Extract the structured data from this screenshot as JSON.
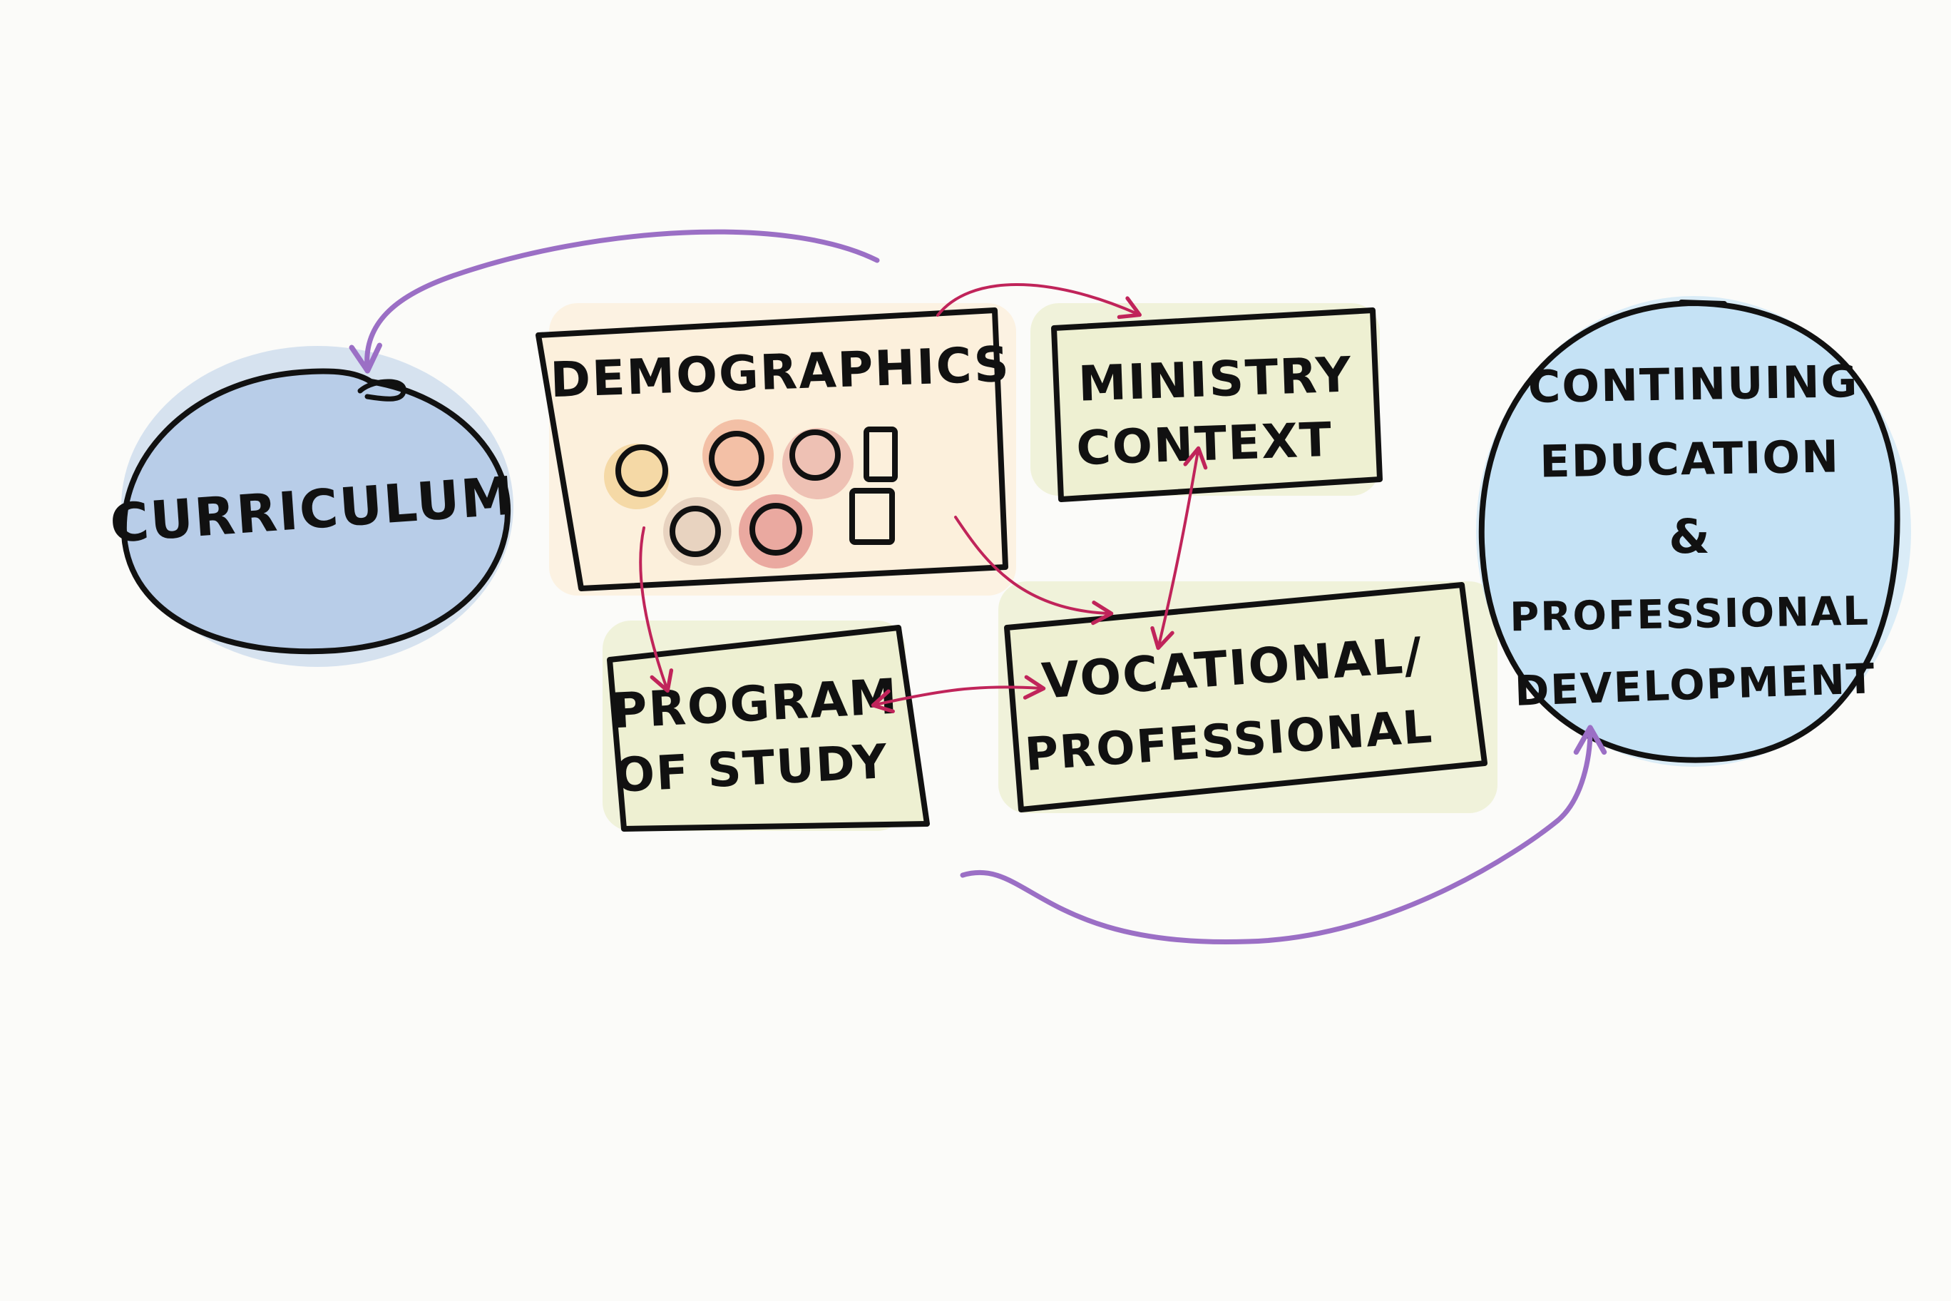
{
  "nodes": {
    "curriculum": {
      "label": "CURRICULUM",
      "fill": "#b8cde8"
    },
    "demographics": {
      "label": "DEMOGRAPHICS",
      "fill": "#fcf0dc",
      "markers": [
        {
          "shape": "circle",
          "color": "#f5d9a6"
        },
        {
          "shape": "circle",
          "color": "#f3c0a6"
        },
        {
          "shape": "circle",
          "color": "#eec1b4"
        },
        {
          "shape": "square",
          "color": "#fcf0dc"
        },
        {
          "shape": "circle",
          "color": "#e8d3c0"
        },
        {
          "shape": "circle",
          "color": "#eaa9a0"
        },
        {
          "shape": "square",
          "color": "#fcf0dc"
        }
      ]
    },
    "ministry_context": {
      "line1": "MINISTRY",
      "line2": "CONTEXT",
      "fill": "#eef0d2"
    },
    "program_of_study": {
      "line1": "PROGRAM",
      "line2": "OF STUDY",
      "fill": "#eef0d2"
    },
    "vocational_professional": {
      "line1": "VOCATIONAL/",
      "line2": "PROFESSIONAL",
      "fill": "#eef0d2"
    },
    "continuing_education": {
      "line1": "CONTINUING",
      "line2": "EDUCATION",
      "line3": "&",
      "line4": "PROFESSIONAL",
      "line5": "DEVELOPMENT",
      "fill": "#c5e2f5"
    }
  },
  "edges": [
    {
      "from": "demographics",
      "to": "curriculum",
      "color": "#9b6fc5",
      "style": "purple"
    },
    {
      "from": "demographics",
      "to": "ministry_context",
      "color": "#c0245a",
      "style": "pink"
    },
    {
      "from": "demographics",
      "to": "vocational_professional",
      "color": "#c0245a",
      "style": "pink"
    },
    {
      "from": "demographics",
      "to": "program_of_study",
      "color": "#c0245a",
      "style": "pink"
    },
    {
      "from": "program_of_study",
      "to": "vocational_professional",
      "color": "#c0245a",
      "style": "pink",
      "bidirectional": true
    },
    {
      "from": "vocational_professional",
      "to": "ministry_context",
      "color": "#c0245a",
      "style": "pink",
      "bidirectional": true
    },
    {
      "from": "vocational_professional",
      "to": "continuing_education",
      "color": "#9b6fc5",
      "style": "purple"
    }
  ],
  "colors": {
    "ink": "#111111",
    "background": "#fbfbf9",
    "pink_arrow": "#c0245a",
    "purple_arrow": "#9b6fc5"
  }
}
